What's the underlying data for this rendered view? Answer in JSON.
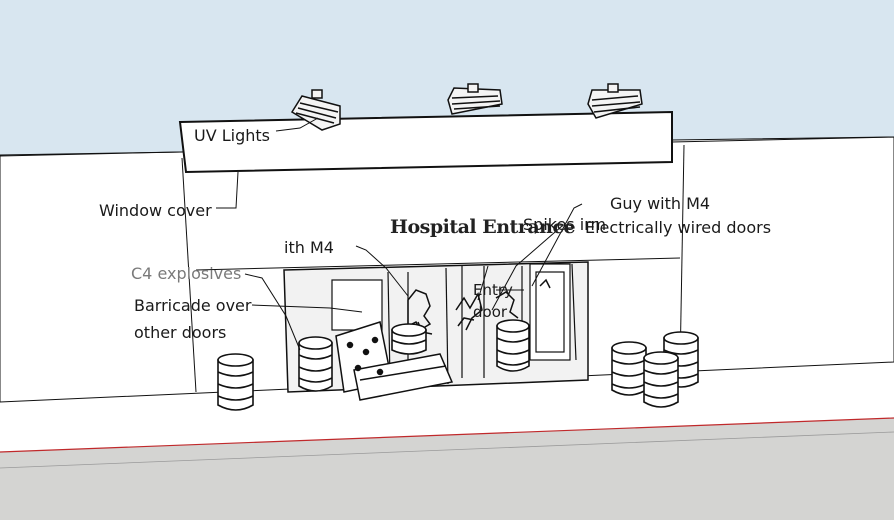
{
  "colors": {
    "sky": "#d8e6f0",
    "wall": "#ffffff",
    "outline": "#111111",
    "ground": "#d4d4d2",
    "curb_line": "#c0292b",
    "interior": "#f2f2f2"
  },
  "annotations": {
    "uv_lights": "UV Lights",
    "window_cover": "Window cover",
    "hospital_entrance": "Hospital Entrance",
    "spikes_fragment": "Spikes irm",
    "guy_with_m4": "Guy with M4",
    "electrically_wired_doors": "Electrically wired doors",
    "guy_with_m4_partial": "ith M4",
    "c4_explosives": "C4  explosives",
    "barricade_line1": "Barricade over",
    "barricade_line2": "other doors",
    "entry_line1": "Entry",
    "entry_line2": "door"
  }
}
